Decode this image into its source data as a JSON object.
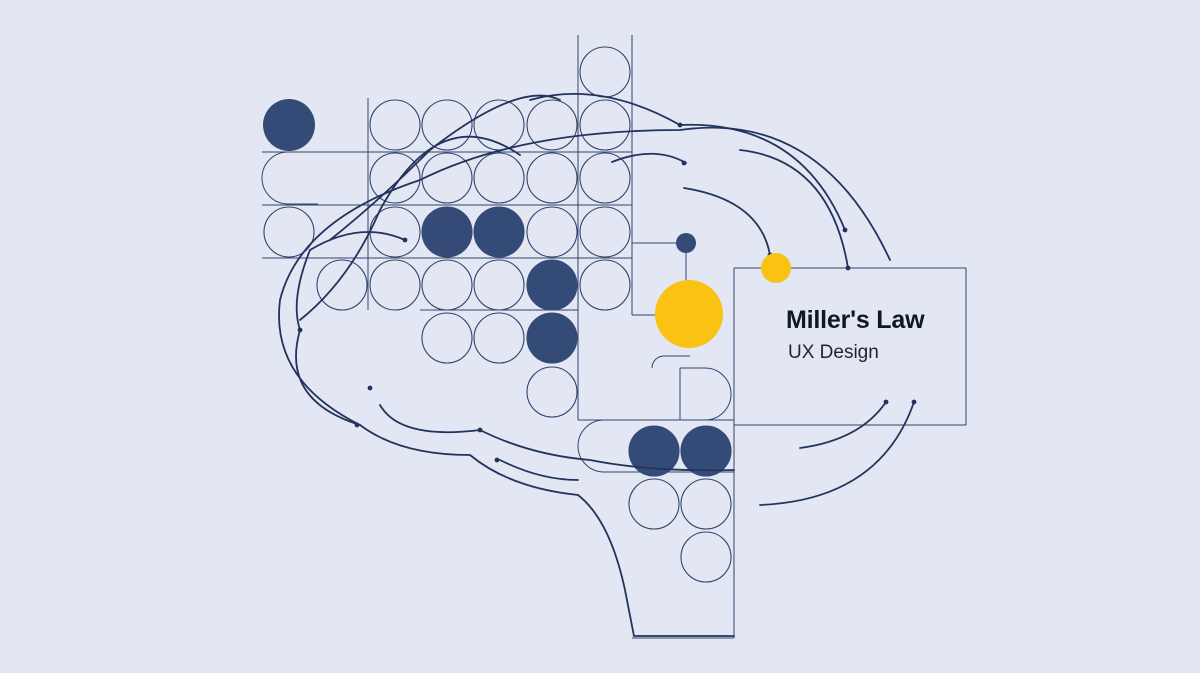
{
  "card": {
    "title": "Miller's Law",
    "subtitle": "UX Design"
  },
  "colors": {
    "background": "#e2e7f3",
    "stroke": "#22335d",
    "fill_navy": "#344b78",
    "accent_yellow": "#fac213",
    "text": "#101828"
  },
  "icons": [
    "brain-illustration",
    "circle-grid"
  ]
}
